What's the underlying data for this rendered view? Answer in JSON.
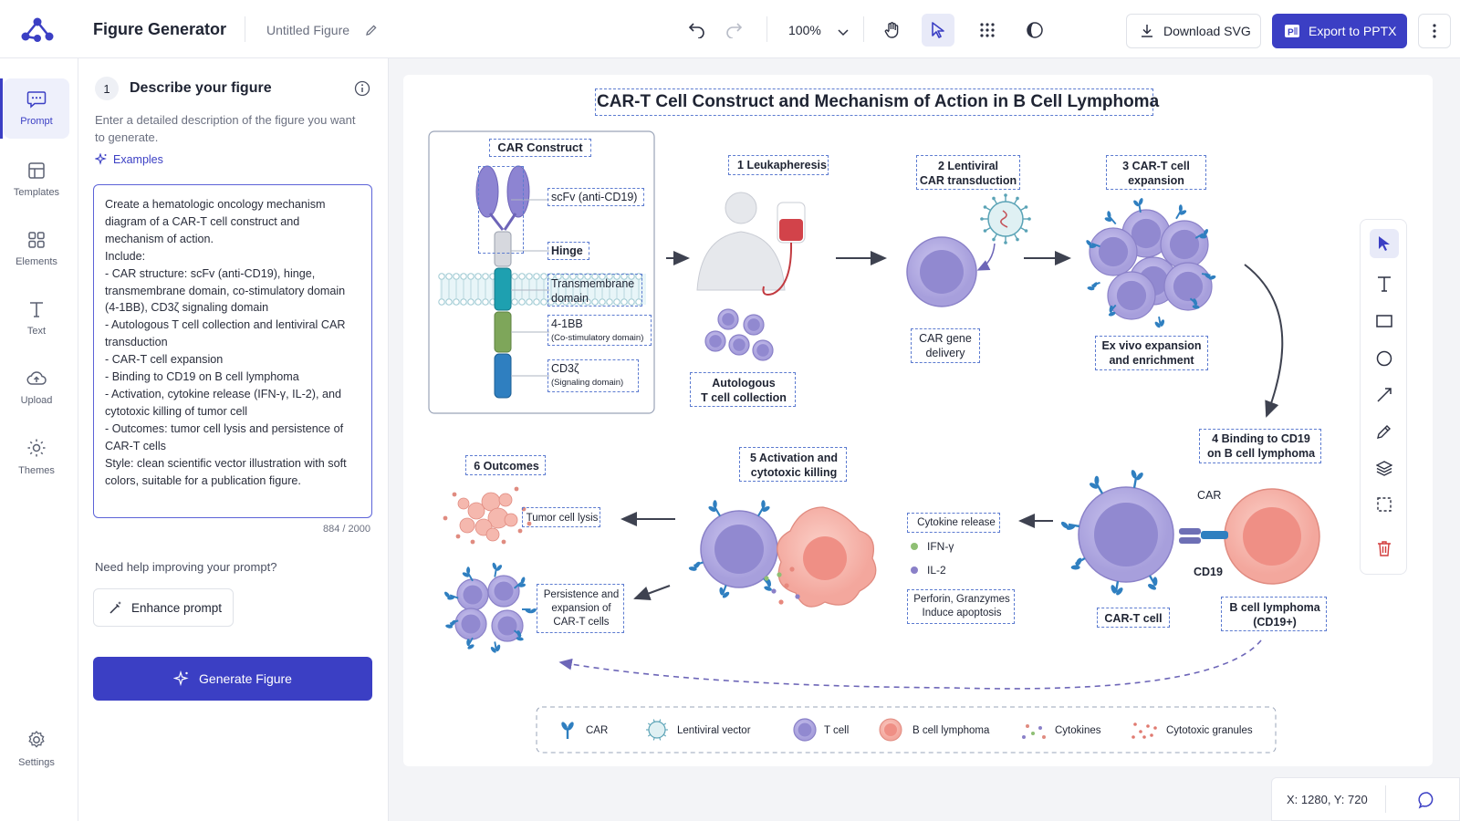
{
  "app": {
    "name": "Figure Generator",
    "doc_title": "Untitled Figure",
    "zoom": "100%",
    "download_label": "Download SVG",
    "export_label": "Export to PPTX"
  },
  "rail": {
    "items": [
      "Prompt",
      "Templates",
      "Elements",
      "Text",
      "Upload",
      "Themes"
    ],
    "settings": "Settings"
  },
  "panel": {
    "step": "1",
    "title": "Describe your figure",
    "subtitle": "Enter a detailed description of the figure you want to generate.",
    "examples": "Examples",
    "prompt_text": "Create a hematologic oncology mechanism diagram of a CAR-T cell construct and mechanism of action.\nInclude:\n- CAR structure: scFv (anti-CD19), hinge, transmembrane domain, co-stimulatory domain (4-1BB), CD3ζ signaling domain\n- Autologous T cell collection and lentiviral CAR transduction\n- CAR-T cell expansion\n- Binding to CD19 on B cell lymphoma\n- Activation, cytokine release (IFN-γ, IL-2), and cytotoxic killing of tumor cell\n- Outcomes: tumor cell lysis and persistence of CAR-T cells\nStyle: clean scientific vector illustration with soft colors, suitable for a publication figure.",
    "char_count": "884 / 2000",
    "help": "Need help improving your prompt?",
    "enhance": "Enhance prompt",
    "generate": "Generate Figure"
  },
  "figure": {
    "title": "CAR-T Cell Construct and Mechanism of Action in B Cell Lymphoma",
    "construct": {
      "title": "CAR Construct",
      "scfv": "scFv (anti-CD19)",
      "hinge": "Hinge",
      "tm1": "Transmembrane",
      "tm2": "domain",
      "bb": "4-1BB",
      "bb_sub": "(Co-stimulatory domain)",
      "cd3": "CD3ζ",
      "cd3_sub": "(Signaling domain)"
    },
    "s1": "1  Leukapheresis",
    "autologous1": "Autologous",
    "autologous2": "T cell collection",
    "s2a": "2  Lentiviral",
    "s2b": "CAR transduction",
    "gene1": "CAR gene",
    "gene2": "delivery",
    "s3a": "3  CAR-T cell",
    "s3b": "expansion",
    "exvivo1": "Ex vivo expansion",
    "exvivo2": "and enrichment",
    "s4a": "4  Binding to CD19",
    "s4b": "on B cell lymphoma",
    "car": "CAR",
    "cd19": "CD19",
    "cart": "CAR-T cell",
    "blym1": "B cell lymphoma",
    "blym2": "(CD19+)",
    "s5a": "5  Activation and",
    "s5b": "cytotoxic killing",
    "cytok": "Cytokine release",
    "ifn": "IFN-γ",
    "il2": "IL-2",
    "perf1": "Perforin, Granzymes",
    "perf2": "Induce apoptosis",
    "s6": "6  Outcomes",
    "lysis": "Tumor cell lysis",
    "persist1": "Persistence and",
    "persist2": "expansion of",
    "persist3": "CAR-T cells"
  },
  "legend": [
    "CAR",
    "Lentiviral vector",
    "T cell",
    "B cell lymphoma",
    "Cytokines",
    "Cytotoxic granules"
  ],
  "status": {
    "coords": "X: 1280, Y: 720"
  },
  "colors": {
    "accent": "#3b3fc4",
    "tcell": "#9c93d6",
    "tumor": "#f2a49a",
    "scfv": "#8a80cf",
    "tm": "#1ea0b0",
    "bb": "#7ea65a",
    "cd3": "#2f7fc0"
  }
}
